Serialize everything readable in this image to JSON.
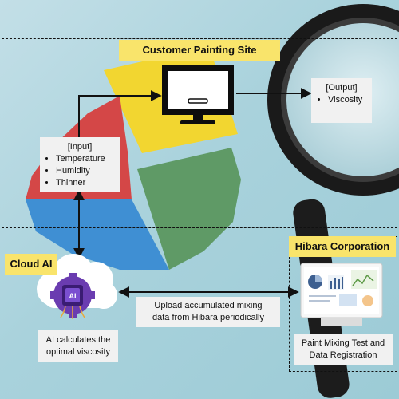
{
  "site": {
    "title": "Customer Painting Site"
  },
  "input": {
    "heading": "[Input]",
    "items": [
      "Temperature",
      "Humidity",
      "Thinner"
    ]
  },
  "output": {
    "heading": "[Output]",
    "items": [
      "Viscosity"
    ]
  },
  "cloud": {
    "label": "Cloud AI",
    "chip_text": "AI",
    "caption_line1": "AI calculates the",
    "caption_line2": "optimal viscosity"
  },
  "upload": {
    "line1": "Upload accumulated mixing",
    "line2": "data from Hibara periodically"
  },
  "hibara": {
    "label": "Hibara Corporation",
    "caption_line1": "Paint Mixing Test and",
    "caption_line2": "Data Registration"
  },
  "colors": {
    "background": "#a9d2dc",
    "tag_yellow": "#f9e46b",
    "wheel_yellow": "#f2d630",
    "wheel_red": "#d44747",
    "wheel_blue": "#3f8fd3",
    "wheel_green": "#5f9a66",
    "chip_purple": "#5a2f9e",
    "cloud_white": "#ffffff"
  },
  "icons": [
    "monitor-icon",
    "cloud-icon",
    "ai-chip-icon",
    "dashboard-icon",
    "magnifier-icon"
  ]
}
